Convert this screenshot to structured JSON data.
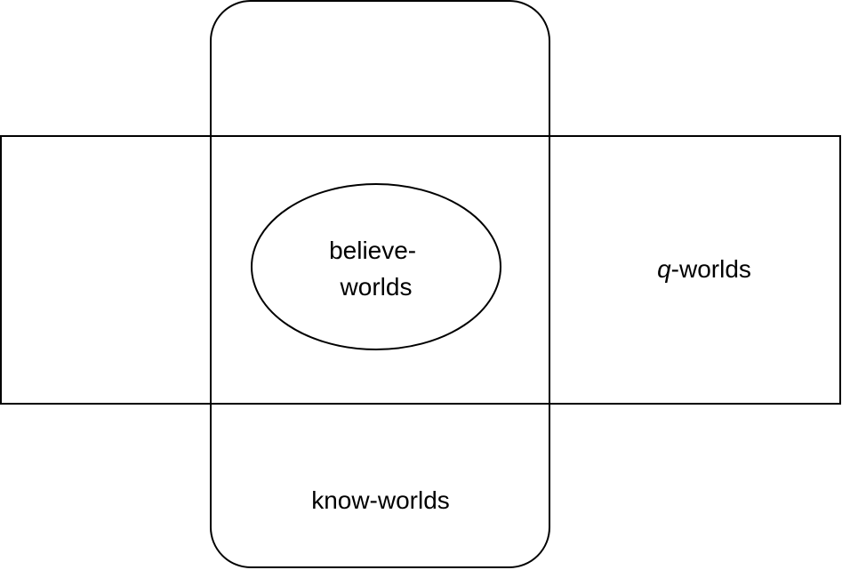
{
  "diagram": {
    "labels": {
      "believe_line1": "believe-",
      "believe_line2": "worlds",
      "q_italic": "q",
      "q_rest": "-worlds",
      "know": "know-worlds"
    },
    "colors": {
      "stroke": "#000000",
      "background": "#ffffff"
    }
  }
}
